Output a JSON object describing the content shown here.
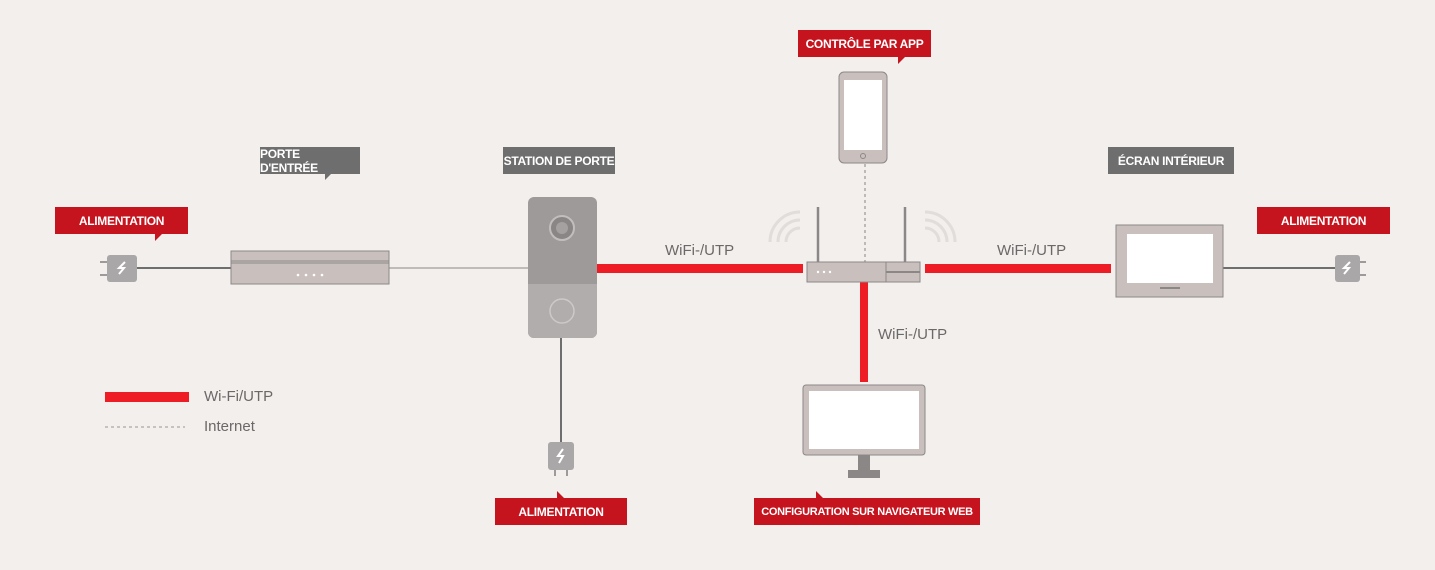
{
  "labels": {
    "front_door": "PORTE D'ENTRÉE",
    "door_station": "STATION DE PORTE",
    "indoor_screen": "ÉCRAN INTÉRIEUR",
    "app_control": "CONTRÔLE PAR APP",
    "power_left": "ALIMENTATION",
    "power_right": "ALIMENTATION",
    "power_bottom": "ALIMENTATION",
    "web_config": "CONFIGURATION SUR NAVIGATEUR WEB"
  },
  "links": {
    "station_router": "WiFi-/UTP",
    "router_screen": "WiFi-/UTP",
    "router_pc": "WiFi-/UTP"
  },
  "legend": {
    "wifi_utp": "Wi-Fi/UTP",
    "internet": "Internet"
  },
  "colors": {
    "accent": "#ee1c25",
    "label_red": "#c5141e",
    "label_grey": "#6f6e6e"
  }
}
